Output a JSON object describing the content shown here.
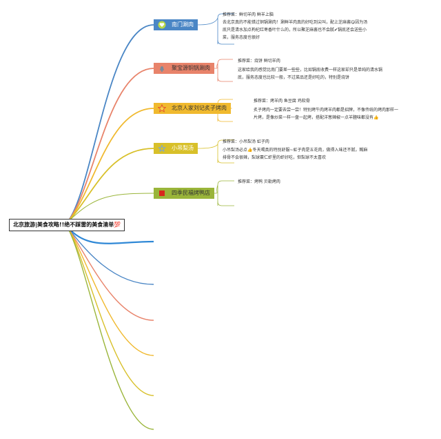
{
  "root": {
    "title": "北京旅游|美食攻略!!绝不踩雷的美食清单💯"
  },
  "branches": [
    {
      "name": "南门涮肉",
      "color": "#4a86c5",
      "icon": "heart-icon",
      "recommend": "推荐菜：鲜切羊肉 鲜羊上脑",
      "desc": [
        "去北京真的不能错过铜锅涮肉！涮鲜羊肉真的好吃到尖叫，配上芝麻酱😋因为汤",
        "底只是清水加点枸杞红枣香叶什么的，所以聚芝麻酱也不会腻✔锅底还会送些小",
        "菜，服务态度也很好"
      ]
    },
    {
      "name": "聚宝源铜锅涮肉",
      "color": "#e8836a",
      "icon": "bell-icon",
      "recommend": "推荐菜：烧饼 鲜切羊肉",
      "desc": [
        "这家给我的感觉比南门要差一些些，比如锅底收费一样这家却只是单纯的清水锅",
        "底，服务态度也比较一般，不过菜品还是好吃的，特别是烧饼"
      ]
    },
    {
      "name": "北京人家刘记炙子烤肉",
      "color": "#f0b92e",
      "icon": "star-icon",
      "recommend": "推荐菜：烤羊肉 鱼豆腐 鸡软骨",
      "desc": [
        "炙子烤肉一定要去尝一尝！特别烤牛肉烤羊肉都是招牌，不像传统的烤肉那样一",
        "片烤，是像炒菜一样一盘一起烤，搭配洋葱辣椒一点羊膻味都没有👍"
      ]
    },
    {
      "name": "小吊梨汤",
      "color": "#d8c02a",
      "icon": "star-outline-icon",
      "recommend": "推荐菜：小吊梨汤 虹子肉",
      "desc": [
        "小吊梨汤必点👍冬天喝真的特别舒服~虹子肉是五花肉，做得入味还不腻，糊麻",
        "排骨不会很辣，梨球粟仁虾里的虾好吃，但梨球不太喜欢"
      ]
    },
    {
      "name": "四季民福烤鸭店",
      "color": "#9ab53a",
      "icon": "flag-icon",
      "recommend": "推荐菜：烤鸭 贝勒烤肉",
      "desc": []
    }
  ],
  "extra_branch_colors": [
    "#2f88d6",
    "#4a86c5",
    "#e8836a",
    "#f0b92e",
    "#d8c02a",
    "#9ab53a"
  ]
}
